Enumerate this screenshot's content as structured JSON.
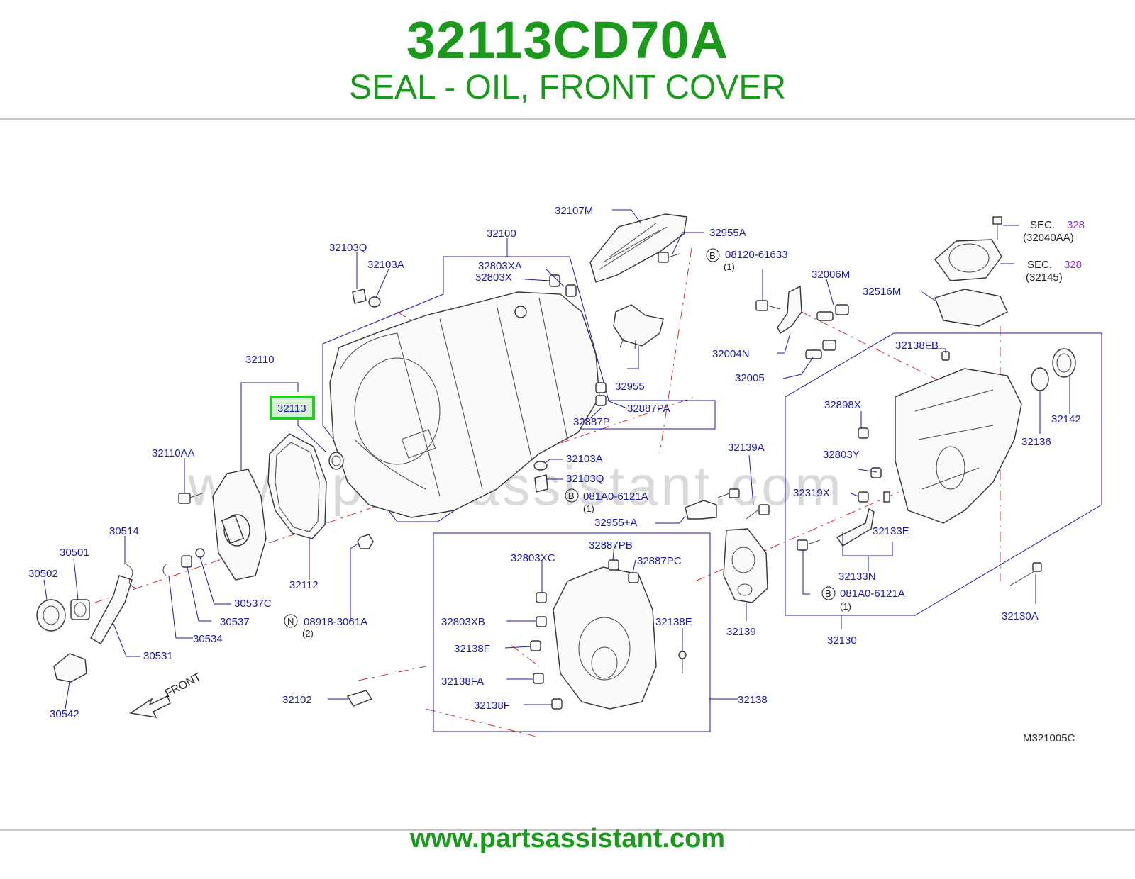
{
  "header": {
    "part_number": "32113CD70A",
    "description": "SEAL - OIL, FRONT COVER"
  },
  "diagram": {
    "watermark": "www.partsassistant.com",
    "code": "M321005C",
    "front_label": "FRONT",
    "highlighted_part": "32113",
    "highlight_color": "#22cc22",
    "label_color": "#1a1aa8",
    "section_color": "#8a2be2",
    "labels": {
      "l32107M": "32107M",
      "l32955A": "32955A",
      "l32100": "32100",
      "l32103Q_top": "32103Q",
      "l32103A_top": "32103A",
      "l32803XA": "32803XA",
      "l32803X": "32803X",
      "l08120": "08120-61633",
      "l08120q": "(1)",
      "l32006M": "32006M",
      "l32516M": "32516M",
      "lsec1": "SEC.",
      "lsec1n": "328",
      "lsec1p": "(32040AA)",
      "lsec2": "SEC.",
      "lsec2n": "328",
      "lsec2p": "(32145)",
      "l32004N": "32004N",
      "l32005": "32005",
      "l32138FB": "32138FB",
      "l32110": "32110",
      "l32113": "32113",
      "l32955": "32955",
      "l32887PA": "32887PA",
      "l32887P": "32887P",
      "l32898X": "32898X",
      "l32142": "32142",
      "l32136": "32136",
      "l32110AA": "32110AA",
      "l32103A_mid": "32103A",
      "l32103Q_mid": "32103Q",
      "l081A0_mid": "081A0-6121A",
      "l081A0_midq": "(1)",
      "l32955pA": "32955+A",
      "l32139A": "32139A",
      "l32803Y": "32803Y",
      "l32319X": "32319X",
      "l32133E": "32133E",
      "l32133N": "32133N",
      "l081A0_r": "081A0-6121A",
      "l081A0_rq": "(1)",
      "l32130A": "32130A",
      "l32130": "32130",
      "l32139": "32139",
      "l30514": "30514",
      "l30501": "30501",
      "l30502": "30502",
      "l30537C": "30537C",
      "l30537": "30537",
      "l30534": "30534",
      "l30531": "30531",
      "l30542": "30542",
      "l32112": "32112",
      "l08918": "08918-3061A",
      "l08918q": "(2)",
      "l32887PB": "32887PB",
      "l32803XC": "32803XC",
      "l32887PC": "32887PC",
      "l32803XB": "32803XB",
      "l32138E": "32138E",
      "l32138F_a": "32138F",
      "l32138FA": "32138FA",
      "l32138F_b": "32138F",
      "l32102": "32102",
      "l32138": "32138",
      "circB1": "B",
      "circB2": "B",
      "circB3": "B",
      "circN": "N"
    }
  },
  "footer": {
    "url": "www.partsassistant.com"
  }
}
